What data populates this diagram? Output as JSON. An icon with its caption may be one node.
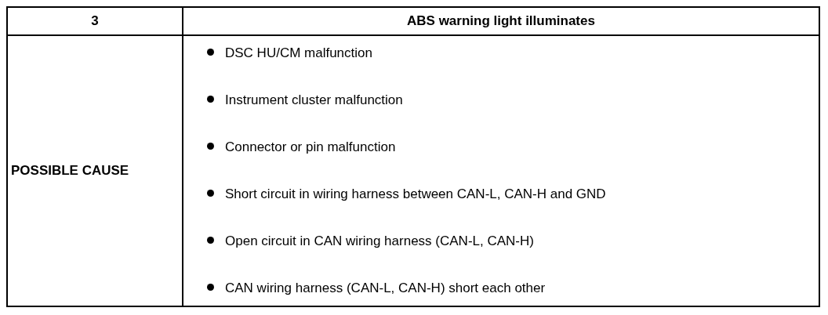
{
  "diagram": {
    "labels": [
      "3",
      "ABS warning light illuminates",
      "POSSIBLE CAUSE",
      "DSC HU/CM malfunction",
      "Instrument cluster malfunction",
      "Connector or pin malfunction",
      "Short circuit in wiring harness between CAN-L, CAN-H and GND",
      "Open circuit in CAN wiring harness (CAN-L, CAN-H)",
      "CAN wiring harness (CAN-L, CAN-H) short each other"
    ]
  }
}
